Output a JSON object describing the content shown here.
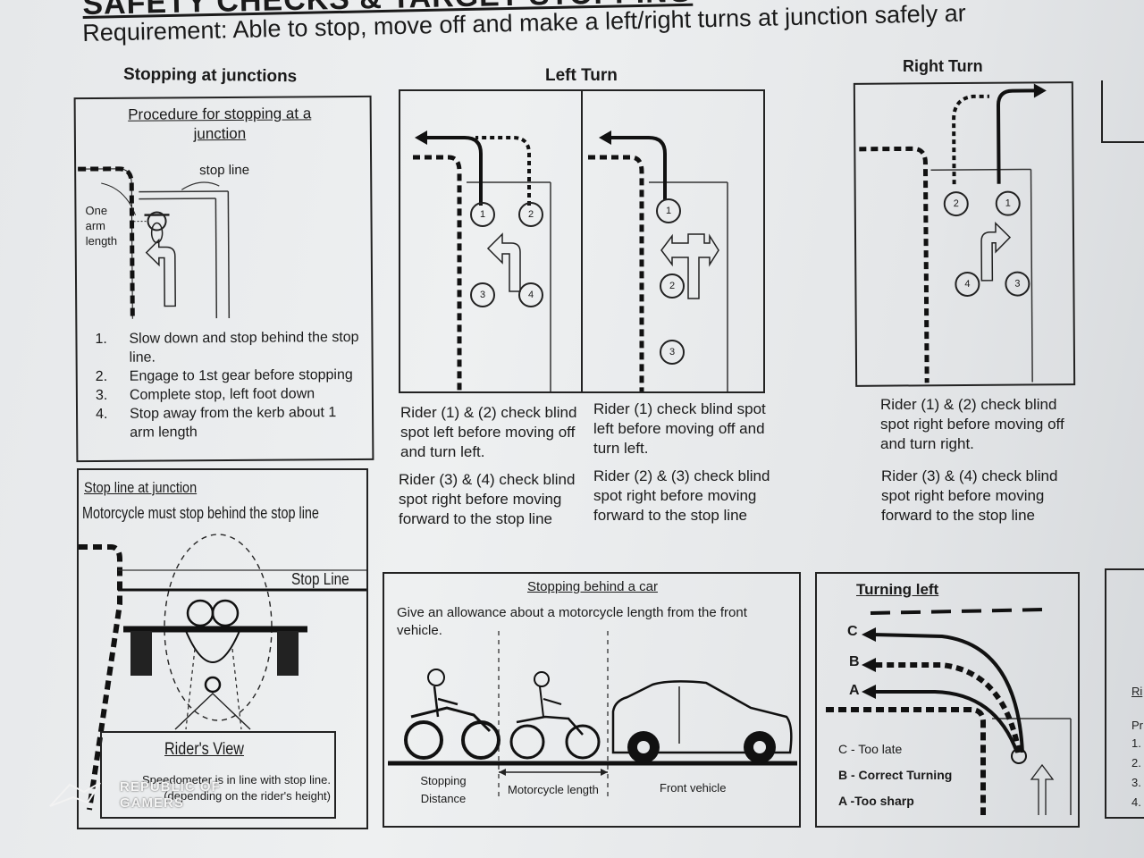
{
  "header": {
    "title": "SAFETY CHECKS & TARGET STOPPING",
    "requirement": "Requirement: Able to stop, move off and make a left/right turns at junction safely ar"
  },
  "stopping": {
    "heading": "Stopping at junctions",
    "procedure_title": "Procedure for stopping at a junction",
    "stop_line_label": "stop line",
    "arm_label": "One arm length",
    "steps": [
      {
        "n": "1.",
        "text": "Slow down and stop behind the stop line."
      },
      {
        "n": "2.",
        "text": "Engage to 1st gear before stopping"
      },
      {
        "n": "3.",
        "text": "Complete stop, left foot down"
      },
      {
        "n": "4.",
        "text": "Stop away from the kerb about 1 arm length"
      }
    ]
  },
  "left_turn": {
    "heading": "Left Turn",
    "caption_a1": "Rider (1) & (2) check blind spot left before moving off and turn left.",
    "caption_a2": "Rider (3) & (4) check blind spot right before moving forward to the stop line",
    "caption_b1": "Rider (1) check blind spot left before moving off and turn left.",
    "caption_b2": "Rider (2) & (3) check blind spot right before moving forward to the stop line",
    "riders_a": [
      "1",
      "2",
      "3",
      "4"
    ],
    "riders_b": [
      "1",
      "2",
      "3"
    ]
  },
  "right_turn": {
    "heading": "Right Turn",
    "caption_1": "Rider (1) & (2) check blind spot right before moving off and turn right.",
    "caption_2": "Rider (3) & (4) check blind spot right before moving forward to the stop line",
    "riders": [
      "2",
      "1",
      "4",
      "3"
    ]
  },
  "stop_line_box": {
    "title": "Stop line at junction",
    "subtitle": "Motorcycle must stop behind the stop line",
    "stop_line_label": "Stop Line",
    "view_title": "Rider's View",
    "view_text": "Speedometer is in line with stop line. (depending on the rider's height)"
  },
  "car_box": {
    "title": "Stopping behind a car",
    "text": "Give an allowance about a motorcycle length from the front vehicle.",
    "label_distance": "Stopping Distance",
    "label_length": "Motorcycle length",
    "label_vehicle": "Front vehicle"
  },
  "turning_left": {
    "title": "Turning left",
    "lanes": [
      "C",
      "B",
      "A"
    ],
    "legend": [
      "C - Too late",
      "B - Correct Turning",
      "A -Too sharp"
    ]
  },
  "edge_column": {
    "label": "Ri",
    "sub": "Pr",
    "items": [
      "1.",
      "2.",
      "3.",
      "4."
    ]
  },
  "watermark": {
    "line1": "REPUBLIC OF",
    "line2": "GAMERS"
  }
}
